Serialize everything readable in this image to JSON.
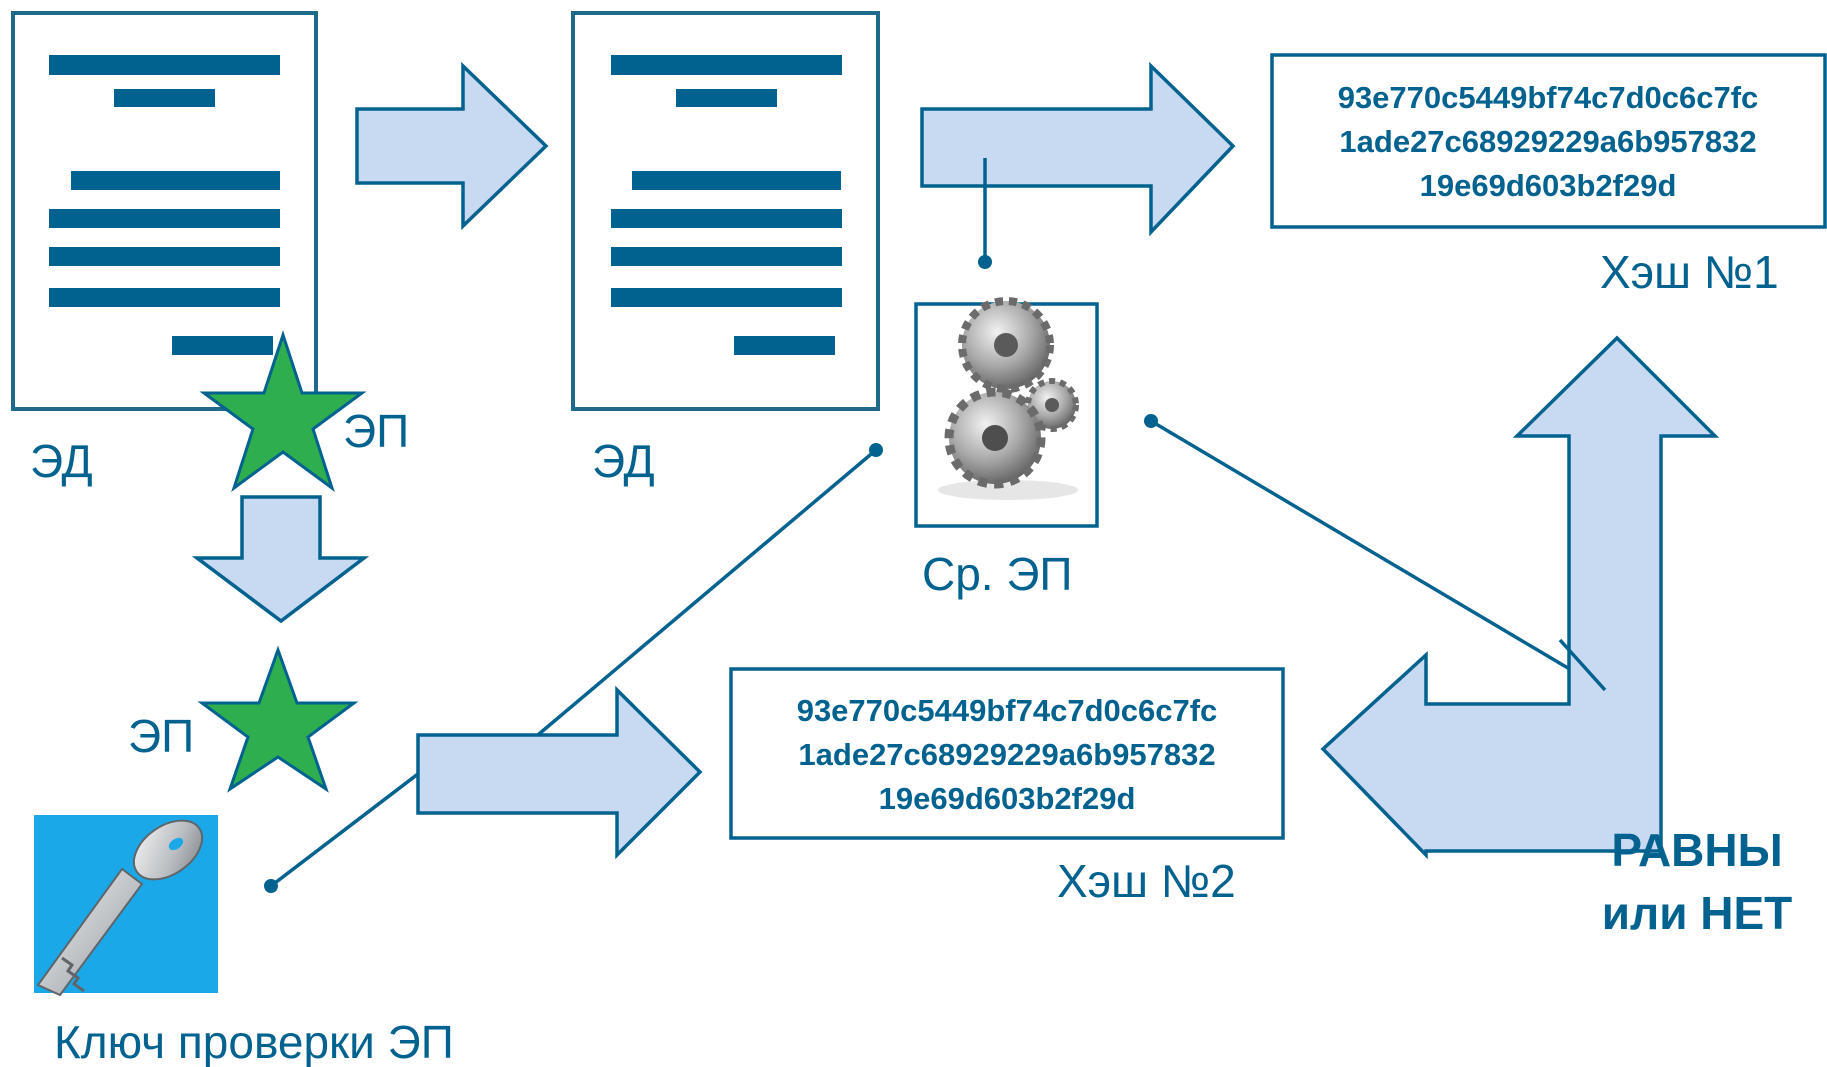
{
  "documents": {
    "original_label": "ЭД",
    "copy_label": "ЭД"
  },
  "signature": {
    "attached_label": "ЭП",
    "extracted_label": "ЭП"
  },
  "tool": {
    "label": "Ср. ЭП"
  },
  "key": {
    "label": "Ключ проверки ЭП"
  },
  "hash1": {
    "lines": [
      "93e770c5449bf74c7d0c6c7fc",
      "1ade27c68929229a6b957832",
      "19e69d603b2f29d"
    ],
    "label": "Хэш №1"
  },
  "hash2": {
    "lines": [
      "93e770c5449bf74c7d0c6c7fc",
      "1ade27c68929229a6b957832",
      "19e69d603b2f29d"
    ],
    "label": "Хэш №2"
  },
  "result": {
    "line1": "РАВНЫ",
    "line2": "или НЕТ"
  },
  "colors": {
    "primary": "#02628f",
    "arrow_fill": "#c8daf1",
    "star_fill": "#2eae4f",
    "key_bg": "#1ba8e8"
  }
}
